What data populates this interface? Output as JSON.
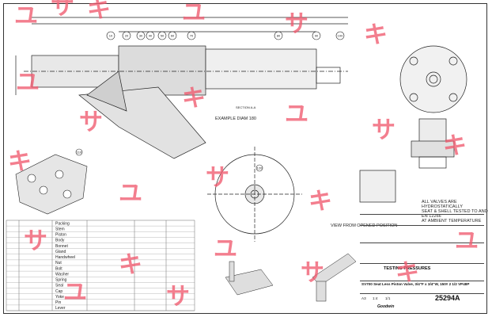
{
  "drawing": {
    "section_label": "SECTION A-A",
    "example_label": "EXAMPLE DIAM 180",
    "view_label": "VIEW FROM OPENED POSITION",
    "notes": [
      "ALL VALVES ARE HYDROSTATICALLY",
      "SEAT & SHELL TESTED TO AND EN 12266",
      "AT AMBIENT TEMPERATURE"
    ],
    "balloons": [
      "10",
      "20",
      "30",
      "40",
      "50",
      "60",
      "70",
      "80",
      "90",
      "100",
      "110",
      "120"
    ],
    "bom_rows": [
      "Packing",
      "Stem",
      "Piston",
      "Body",
      "Bonnet",
      "Gland",
      "Handwheel",
      "Nut",
      "Bolt",
      "Washer",
      "Spring",
      "Seal",
      "Cap",
      "Yoke",
      "Pin",
      "Lever"
    ]
  },
  "title_block": {
    "testing_label": "TESTING PRESSURES",
    "description": "SV700 Seat Less Piston Valve, 3/4\"F x 3/4\"W, 150# 2 1/2 VP48P",
    "drawing_number": "25294A",
    "size": "A3",
    "scale": "1:4",
    "sheet": "1/1",
    "logo_text": "Goodwin"
  },
  "watermark": {
    "glyphs": [
      "ユ",
      "サ",
      "キ"
    ],
    "color": "#f05a6e"
  }
}
